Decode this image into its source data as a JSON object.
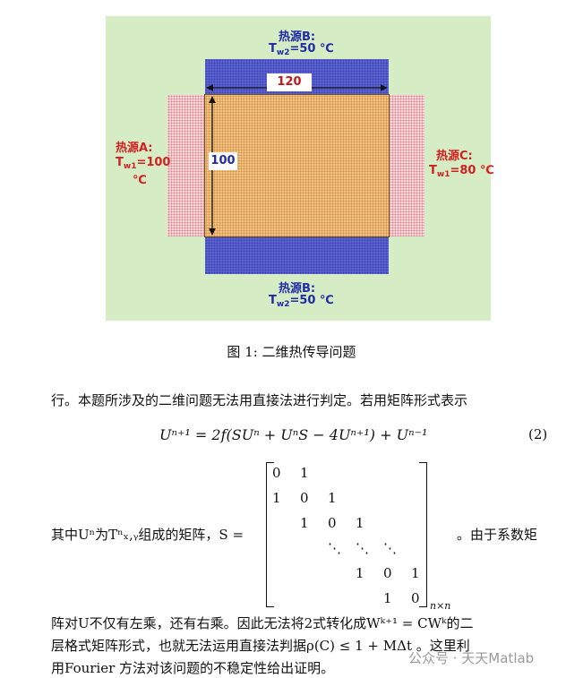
{
  "figure": {
    "label_b_top": "热源B:",
    "label_b_top_temp_prefix": "T",
    "label_b_top_temp_sub": "w2",
    "label_b_top_temp_value": "=50 ℃",
    "label_b_bottom": "热源B:",
    "label_b_bottom_temp_prefix": "T",
    "label_b_bottom_temp_sub": "w2",
    "label_b_bottom_temp_value": "=50 ℃",
    "label_a": "热源A:",
    "label_a_temp_prefix": "T",
    "label_a_temp_sub": "w1",
    "label_a_temp_value": "=100",
    "label_a_unit": "℃",
    "label_c": "热源C:",
    "label_c_temp_prefix": "T",
    "label_c_temp_sub": "w1",
    "label_c_temp_value": "=80 ℃",
    "width_dim": "120",
    "height_dim": "100",
    "colors": {
      "background": "#d6ecc4",
      "heater_b": "#5b63d3",
      "heater_side": "#f6d8da",
      "plate": "#f4c07e",
      "label_blue": "#1f2ba8",
      "label_red": "#d12020"
    }
  },
  "caption": "图 1: 二维热传导问题",
  "paragraph1": "行。本题所涉及的二维问题无法用直接法进行判定。若用矩阵形式表示",
  "equation": "Uⁿ⁺¹ = 2f(SUⁿ + UⁿS − 4Uⁿ⁺¹) + Uⁿ⁻¹",
  "equation_number": "(2)",
  "paragraph2_left": "其中Uⁿ为Tⁿₓ,ᵧ组成的矩阵，S =",
  "paragraph2_right": "。由于系数矩",
  "matrix": {
    "rows": [
      [
        "0",
        "1",
        "",
        "",
        "",
        ""
      ],
      [
        "1",
        "0",
        "1",
        "",
        "",
        ""
      ],
      [
        "",
        "1",
        "0",
        "1",
        "",
        ""
      ],
      [
        "",
        "",
        "⋱",
        "⋱",
        "⋱",
        ""
      ],
      [
        "",
        "",
        "",
        "1",
        "0",
        "1"
      ],
      [
        "",
        "",
        "",
        "",
        "1",
        "0"
      ]
    ],
    "subscript": "n×n"
  },
  "paragraph3_line1": "阵对U不仅有左乘，还有右乘。因此无法将2式转化成Wᵏ⁺¹ = CWᵏ的二",
  "paragraph3_line2": "层格式矩阵形式，也就无法运用直接法判据ρ(C) ≤ 1 + MΔt 。这里利",
  "paragraph3_line3": "用Fourier 方法对该问题的不稳定性给出证明。",
  "watermark": "公众号 · 天天Matlab"
}
